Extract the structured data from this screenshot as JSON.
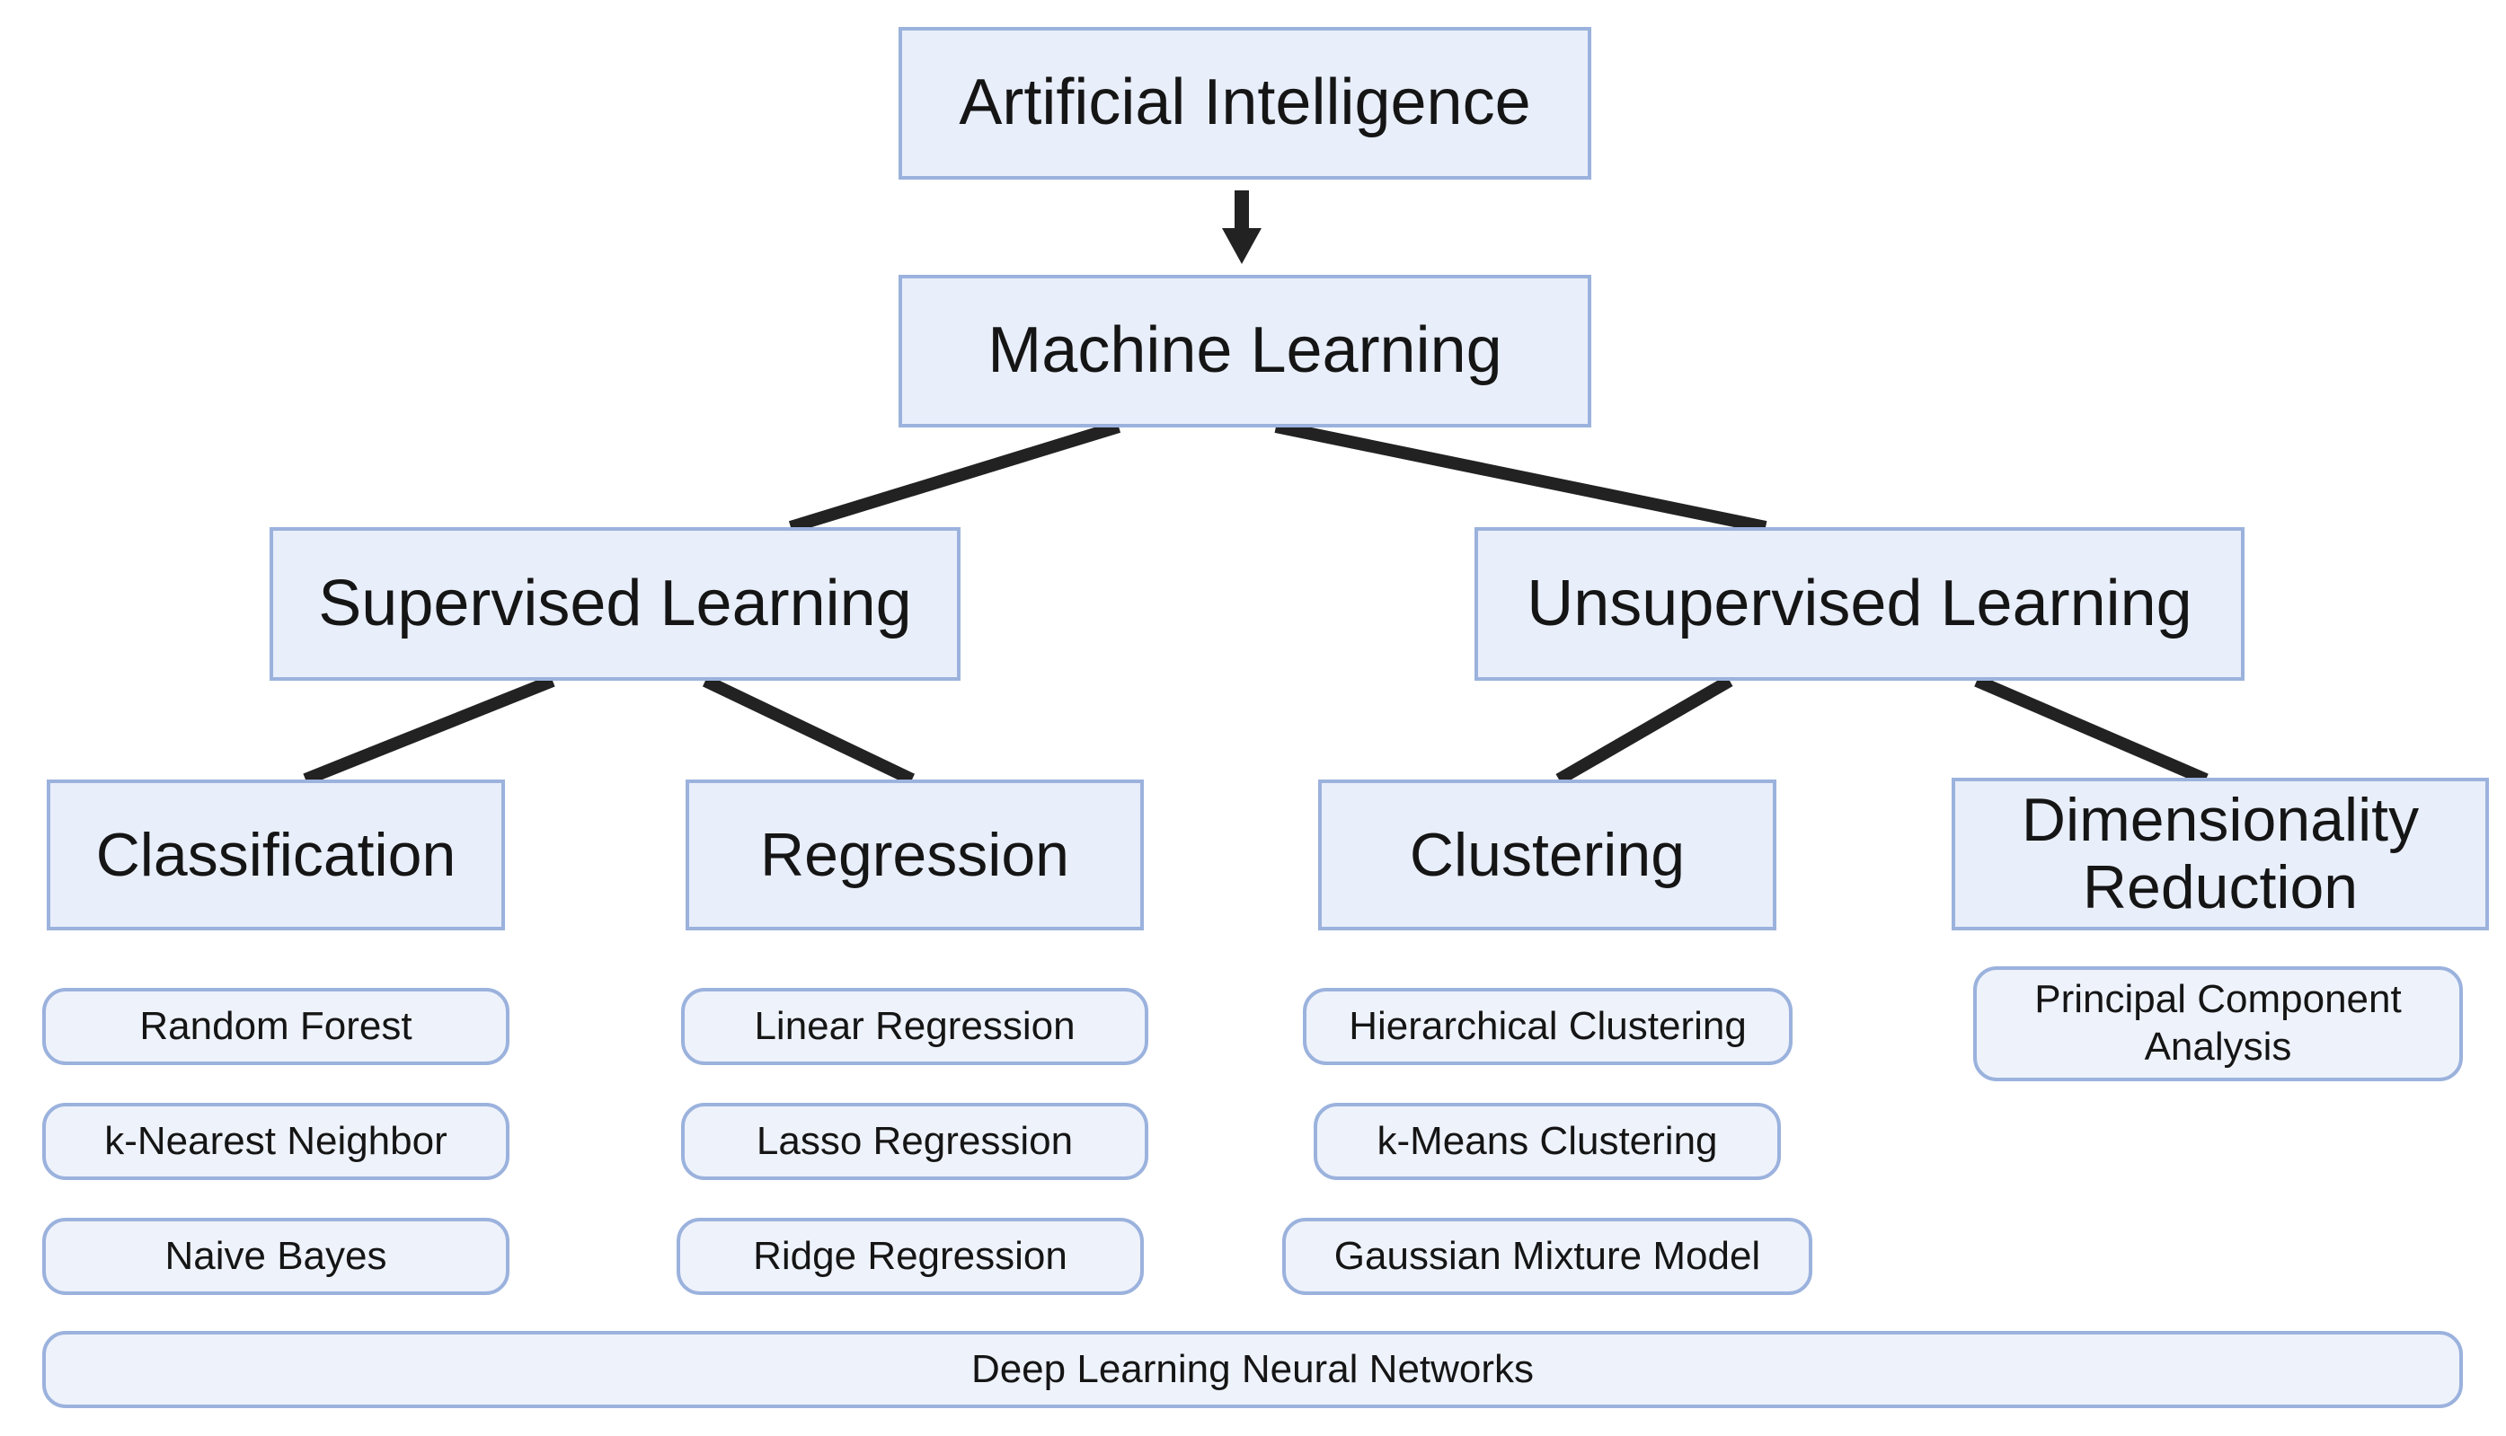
{
  "nodes": {
    "ai": "Artificial Intelligence",
    "ml": "Machine Learning",
    "supervised": "Supervised Learning",
    "unsupervised": "Unsupervised Learning",
    "classification": "Classification",
    "regression": "Regression",
    "clustering": "Clustering",
    "dimensionality_line1": "Dimensionality",
    "dimensionality_line2": "Reduction"
  },
  "methods": {
    "classification": [
      "Random Forest",
      "k-Nearest Neighbor",
      "Naive Bayes"
    ],
    "regression": [
      "Linear Regression",
      "Lasso Regression",
      "Ridge Regression"
    ],
    "clustering": [
      "Hierarchical Clustering",
      "k-Means Clustering",
      "Gaussian Mixture Model"
    ],
    "dimensionality_line1": "Principal Component",
    "dimensionality_line2": "Analysis"
  },
  "footer": "Deep Learning Neural Networks"
}
